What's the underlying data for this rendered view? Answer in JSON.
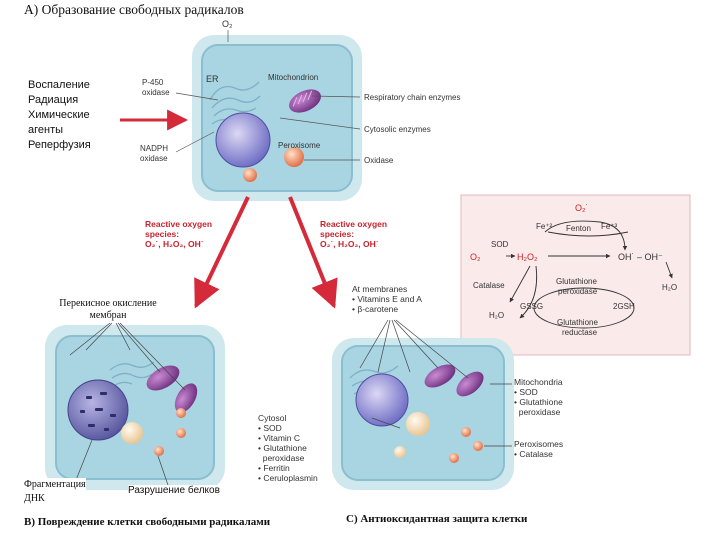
{
  "headings": {
    "a": "А) Образование свободных радикалов",
    "b": "В) Повреждение клетки свободными радикалами",
    "c": "С) Антиоксидантная защита клетки"
  },
  "causes": [
    "Воспаление",
    "Радиация",
    "Химические",
    "агенты",
    "Реперфузия"
  ],
  "top_cell": {
    "o2": "O₂",
    "er": "ER",
    "mito": "Mitochondrion",
    "p450": "P-450",
    "p450_oxidase": "oxidase",
    "nadph": "NADPH",
    "nadph_oxidase": "oxidase",
    "peroxisome": "Peroxisome",
    "resp_chain": "Respiratory chain enzymes",
    "cytosolic": "Cytosolic enzymes",
    "oxidase": "Oxidase"
  },
  "ros": {
    "left_title1": "Reactive oxygen",
    "left_title2": "species:",
    "left_species": "O₂˙, H₂O₂, OH˙",
    "right_title1": "Reactive oxygen",
    "right_title2": "species:",
    "right_species": "O₂˙, H₂O₂, OH˙"
  },
  "reaction": {
    "o2_top": "O₂˙",
    "fenton_left": "Fe⁺²",
    "fenton": "Fenton",
    "fenton_right": "Fe⁺³",
    "o2": "O₂",
    "sod": "SOD",
    "h2o2": "H₂O₂",
    "oh": "OH˙ – OH⁻",
    "catalase": "Catalase",
    "gpx1": "Glutathione",
    "gpx2": "peroxidase",
    "h2o_left": "H₂O",
    "gssg": "GSSG",
    "gsh": "2GSH",
    "h2o_right": "H₂O",
    "gr1": "Glutathione",
    "gr2": "reductase"
  },
  "damage": {
    "lipid1": "Перекисное окисление",
    "lipid2": "мембран",
    "dna1": "Фрагментация",
    "dna2": "ДНК",
    "protein": "Разрушение белков"
  },
  "antioxidants": {
    "membranes": "At membranes",
    "vitamins": "• Vitamins E and A",
    "carotene": "• β-carotene",
    "cytosol": "Cytosol",
    "cyto_items": [
      "• SOD",
      "• Vitamin C",
      "• Glutathione",
      "  peroxidase",
      "• Ferritin",
      "• Ceruloplasmin"
    ],
    "mito": "Mitochondria",
    "mito_items": [
      "• SOD",
      "• Glutathione",
      "  peroxidase"
    ],
    "perox": "Peroxisomes",
    "perox_items": [
      "• Catalase"
    ]
  }
}
